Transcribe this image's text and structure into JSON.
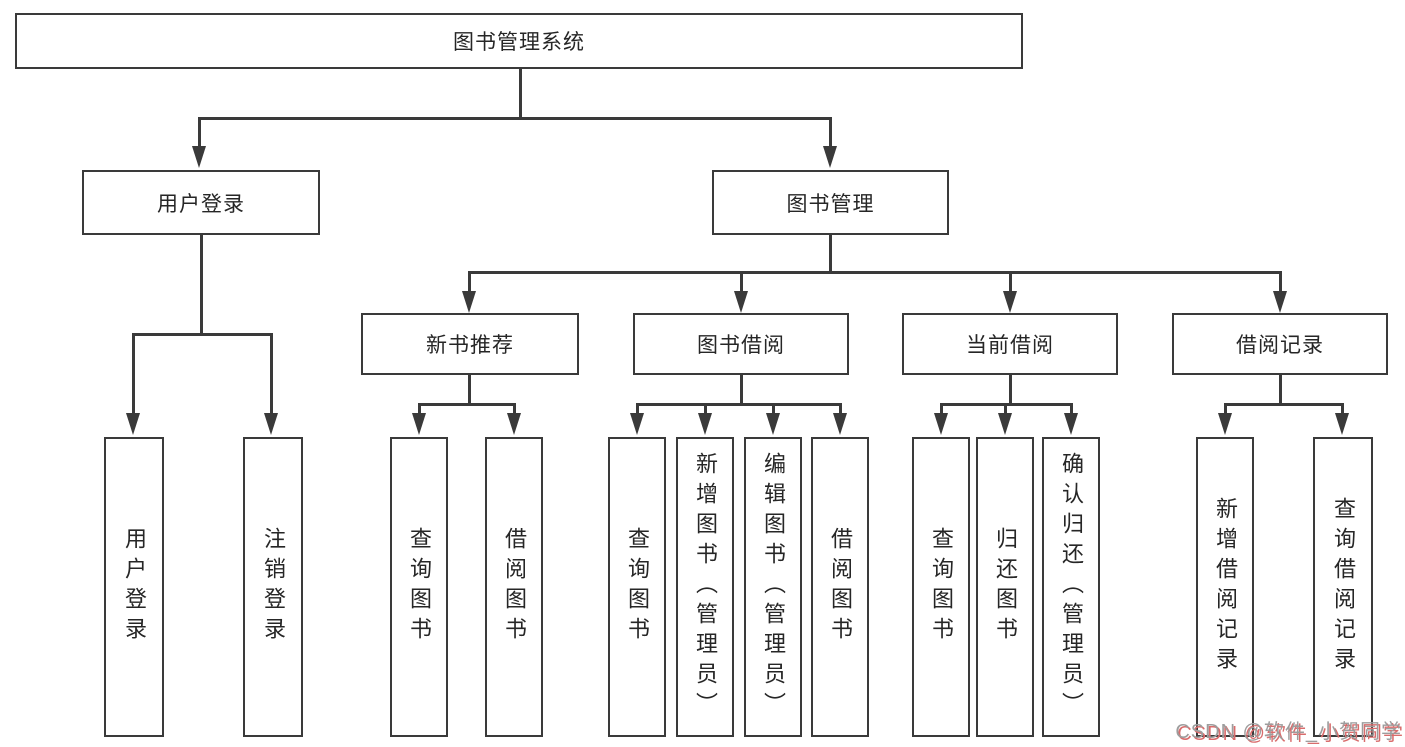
{
  "diagram": {
    "root": {
      "label": "图书管理系统"
    },
    "level2": [
      {
        "label": "用户登录"
      },
      {
        "label": "图书管理"
      }
    ],
    "level3": [
      {
        "label": "新书推荐"
      },
      {
        "label": "图书借阅"
      },
      {
        "label": "当前借阅"
      },
      {
        "label": "借阅记录"
      }
    ],
    "leaves": {
      "user_login": [
        "用户登录",
        "注销登录"
      ],
      "new_books": [
        "查询图书",
        "借阅图书"
      ],
      "book_borrow": [
        "查询图书",
        "新增图书（管理员）",
        "编辑图书（管理员）",
        "借阅图书"
      ],
      "current_borrow": [
        "查询图书",
        "归还图书",
        "确认归还（管理员）"
      ],
      "borrow_records": [
        "新增借阅记录",
        "查询借阅记录"
      ]
    }
  },
  "watermark": {
    "text": "CSDN @软件_小贺同学"
  },
  "colors": {
    "line": "#3a3a3a",
    "box_border": "#3a3a3a",
    "text": "#262626",
    "background": "#ffffff",
    "watermark_text": "#9d9d9d",
    "watermark_shadow": "#d96c6c"
  }
}
